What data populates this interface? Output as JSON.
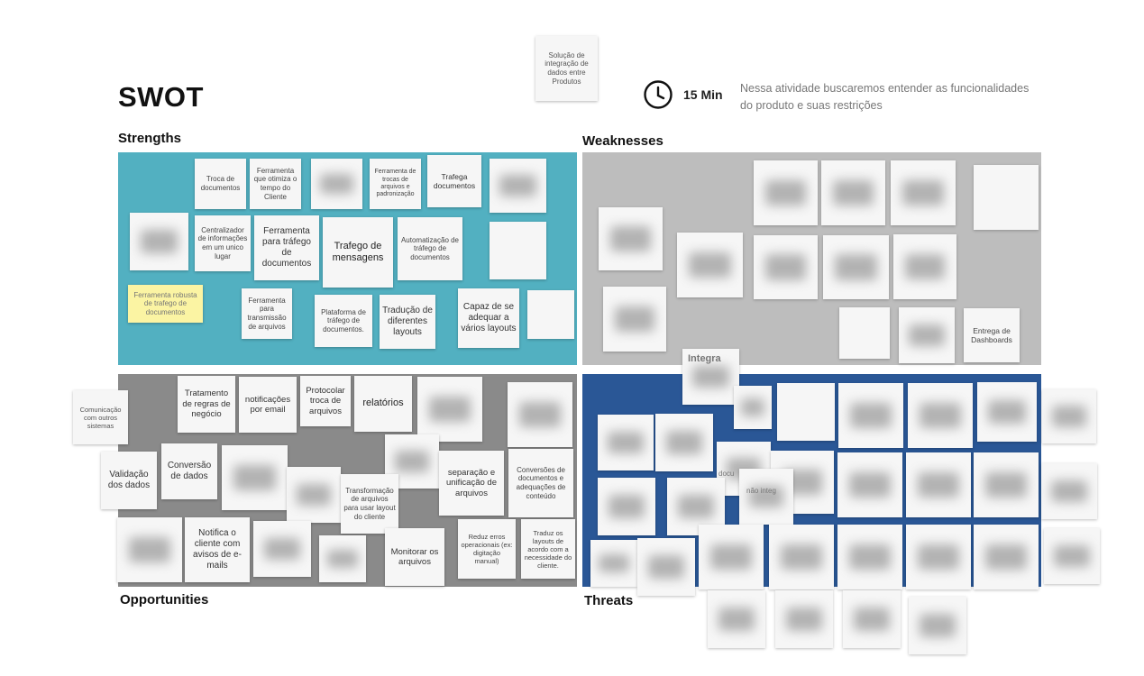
{
  "board": {
    "title": "SWOT",
    "timer": "15 Min",
    "description": "Nessa atividade buscaremos entender as funcionalidades do produto e suas restrições",
    "top_note": "Solução de integração de dados entre Produtos"
  },
  "quadrants": {
    "strengths": "Strengths",
    "weaknesses": "Weaknesses",
    "opportunities": "Opportunities",
    "threats": "Threats"
  },
  "strengths_notes": [
    "Troca de documentos",
    "Ferramenta que otimiza o tempo do Cliente",
    "Ferramenta de trocas de arquivos e padronização",
    "Trafega documentos",
    "Centralizador de informações em um unico lugar",
    "Ferramenta para tráfego de documentos",
    "Trafego de mensagens",
    "Automatização de tráfego de documentos",
    "Ferramenta robusta de trafego de documentos",
    "Ferramenta para transmissão de arquivos",
    "Plataforma de tráfego de documentos.",
    "Tradução de diferentes layouts",
    "Capaz de se adequar a vários layouts"
  ],
  "weaknesses_notes": [
    "Entrega de Dashboards"
  ],
  "opportunities_notes": [
    "Comunicação com outros sistemas",
    "Tratamento de regras de negócio",
    "notificações por email",
    "Protocolar troca de arquivos",
    "relatórios",
    "Validação dos dados",
    "Conversão de dados",
    "separação e unificação de arquivos",
    "Conversões de documentos e adequações de conteúdo",
    "Transformação de arquivos para usar layout do cliente",
    "Notifica o cliente com avisos de e-mails",
    "Monitorar os arquivos",
    "Reduz erros operacionais (ex: digitação manual)",
    "Traduz os layouts de acordo com a necessidade do cliente."
  ],
  "threats_notes": [
    "Integra",
    "não integ",
    "docu"
  ],
  "colors": {
    "strengths": "#52b0c1",
    "weaknesses": "#bdbdbd",
    "opportunities": "#8a8a8a",
    "threats": "#2a5796",
    "yellow_note": "#fbf4a3"
  }
}
